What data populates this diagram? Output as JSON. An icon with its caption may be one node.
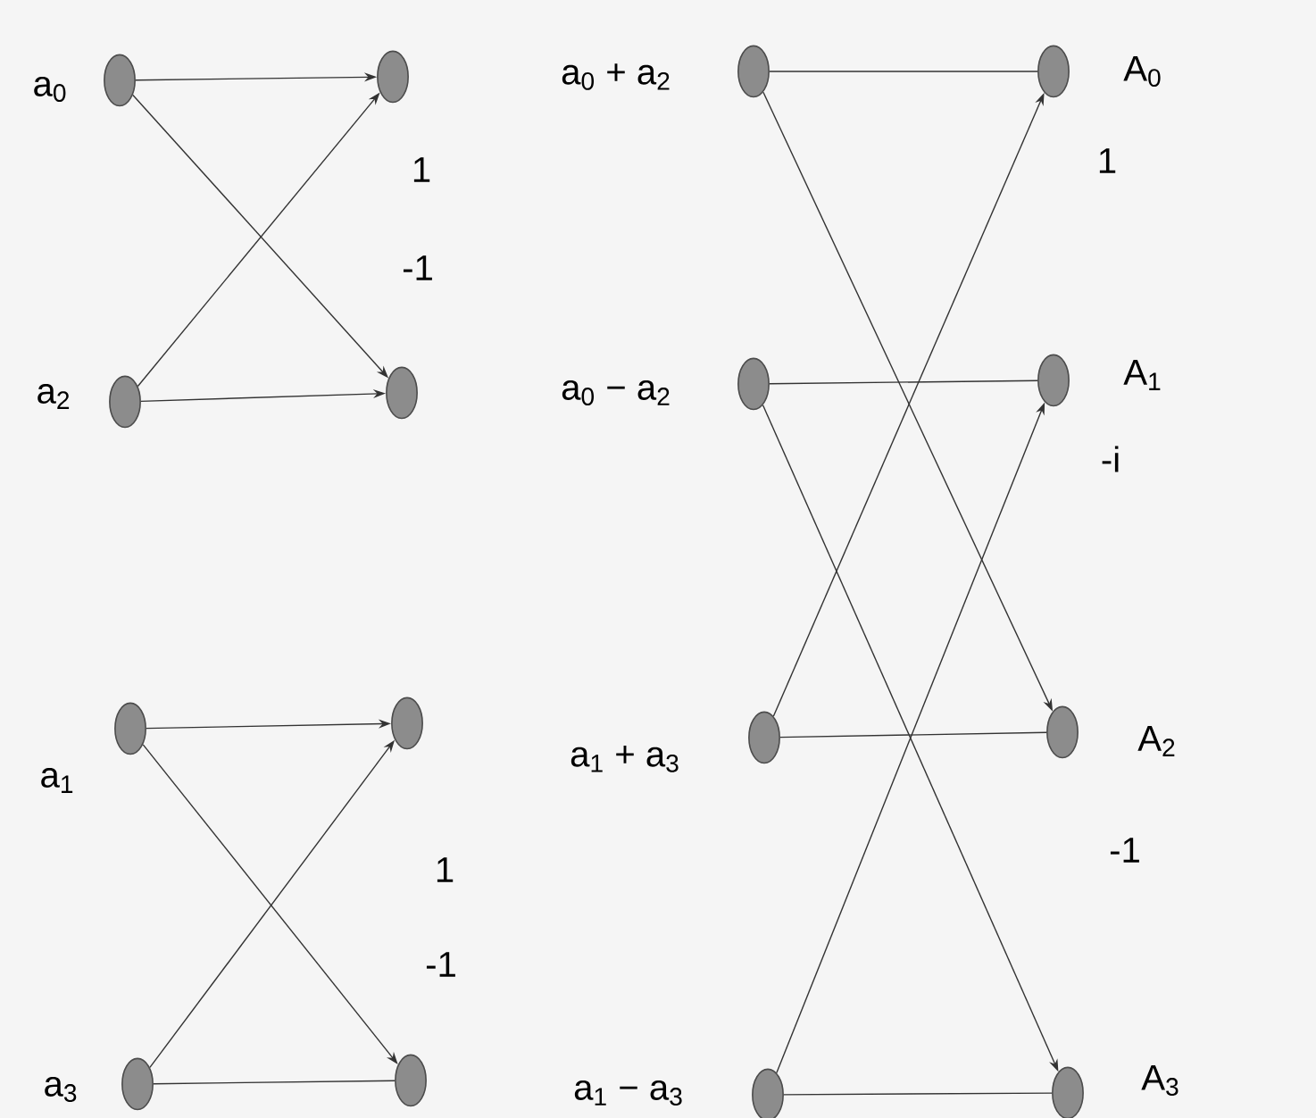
{
  "diagram": {
    "nodes": [
      {
        "text": [],
        "shape": "circle",
        "beside": [
          "a$_{0}$"
        ]
      },
      {
        "text": [],
        "shape": "circle",
        "beside": [
          "a$_{2}$"
        ]
      },
      {
        "text": [],
        "shape": "circle",
        "beside": [
          "a$_{1}$"
        ]
      },
      {
        "text": [],
        "shape": "circle",
        "beside": [
          "a$_{3}$"
        ]
      },
      {
        "text": [],
        "shape": "circle"
      },
      {
        "text": [],
        "shape": "circle"
      },
      {
        "text": [],
        "shape": "circle"
      },
      {
        "text": [],
        "shape": "circle"
      },
      {
        "text": [],
        "shape": "circle",
        "beside": [
          "a$_{0}$ + a$_{2}$"
        ]
      },
      {
        "text": [],
        "shape": "circle",
        "beside": [
          "a$_{0}$ − a$_{2}$"
        ]
      },
      {
        "text": [],
        "shape": "circle",
        "beside": [
          "a$_{1}$ + a$_{3}$"
        ]
      },
      {
        "text": [],
        "shape": "circle",
        "beside": [
          "a$_{1}$ − a$_{3}$"
        ]
      },
      {
        "text": [],
        "shape": "circle",
        "beside": [
          "A$_{0}$"
        ]
      },
      {
        "text": [],
        "shape": "circle",
        "beside": [
          "A$_{1}$"
        ]
      },
      {
        "text": [],
        "shape": "circle",
        "beside": [
          "A$_{2}$"
        ]
      },
      {
        "text": [],
        "shape": "circle",
        "beside": [
          "A$_{3}$"
        ]
      }
    ],
    "edges": [
      {
        "from": 0,
        "to": 4,
        "arrow": "to"
      },
      {
        "from": 0,
        "to": 5,
        "arrow": "to"
      },
      {
        "from": 1,
        "to": 4,
        "arrow": "to"
      },
      {
        "from": 1,
        "to": 5,
        "arrow": "to"
      },
      {
        "from": 2,
        "to": 6,
        "arrow": "to"
      },
      {
        "from": 2,
        "to": 7,
        "arrow": "to"
      },
      {
        "from": 3,
        "to": 6,
        "arrow": "to"
      },
      {
        "from": 3,
        "to": 7,
        "arrow": "none"
      },
      {
        "from": 8,
        "to": 12,
        "arrow": "none"
      },
      {
        "from": 8,
        "to": 14,
        "arrow": "to"
      },
      {
        "from": 9,
        "to": 13,
        "arrow": "none"
      },
      {
        "from": 9,
        "to": 15,
        "arrow": "to"
      },
      {
        "from": 10,
        "to": 12,
        "arrow": "to"
      },
      {
        "from": 10,
        "to": 14,
        "arrow": "none"
      },
      {
        "from": 11,
        "to": 13,
        "arrow": "to"
      },
      {
        "from": 11,
        "to": 15,
        "arrow": "none"
      }
    ],
    "labels": [
      "1",
      "-1",
      "1",
      "-1",
      "1",
      "-i",
      "-1"
    ]
  }
}
